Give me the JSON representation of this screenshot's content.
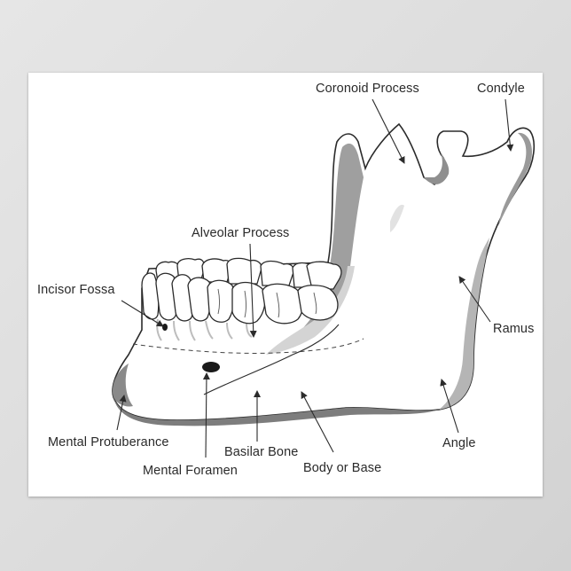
{
  "labels": {
    "coronoid_process": "Coronoid Process",
    "condyle": "Condyle",
    "alveolar_process": "Alveolar Process",
    "incisor_fossa": "Incisor Fossa",
    "ramus": "Ramus",
    "mental_protuberance": "Mental Protuberance",
    "basilar_bone": "Basilar Bone",
    "angle": "Angle",
    "mental_foramen": "Mental Foramen",
    "body_or_base": "Body or Base"
  },
  "colors": {
    "bone": "#ffffff",
    "outline": "#2b2b2b",
    "shadow": "#9a9a9a",
    "light_shadow": "#cfcfcf",
    "background": "#dcdcdc"
  }
}
